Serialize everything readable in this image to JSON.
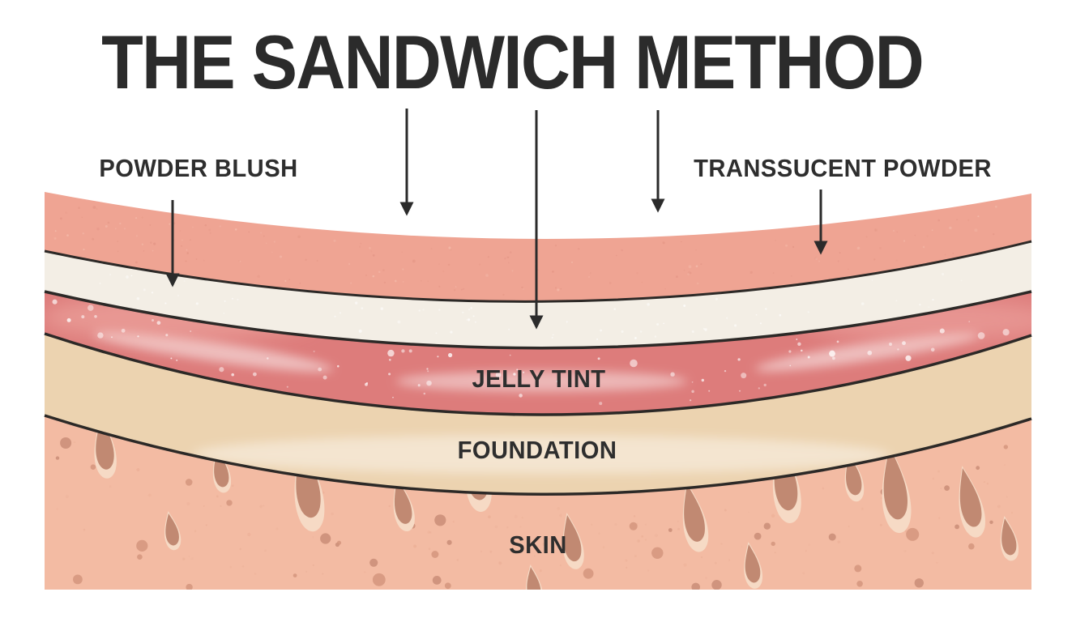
{
  "title": "THE SANDWICH METHOD",
  "labels": {
    "powder_blush": "POWDER BLUSH",
    "translucent_powder": "TRANSSUCENT POWDER",
    "jelly_tint": "JELLY TINT",
    "foundation": "FOUNDATION",
    "skin": "SKIN"
  },
  "layers": [
    {
      "name": "powder-blush-layer",
      "color": "#EFA493"
    },
    {
      "name": "translucent-powder-layer",
      "color": "#F3EEE5"
    },
    {
      "name": "jelly-tint-layer",
      "color": "#DD7C7B"
    },
    {
      "name": "foundation-layer",
      "color": "#ECD3B0"
    },
    {
      "name": "skin-layer",
      "color": "#F3BBA3"
    }
  ],
  "ink_color": "#2B2B2B"
}
